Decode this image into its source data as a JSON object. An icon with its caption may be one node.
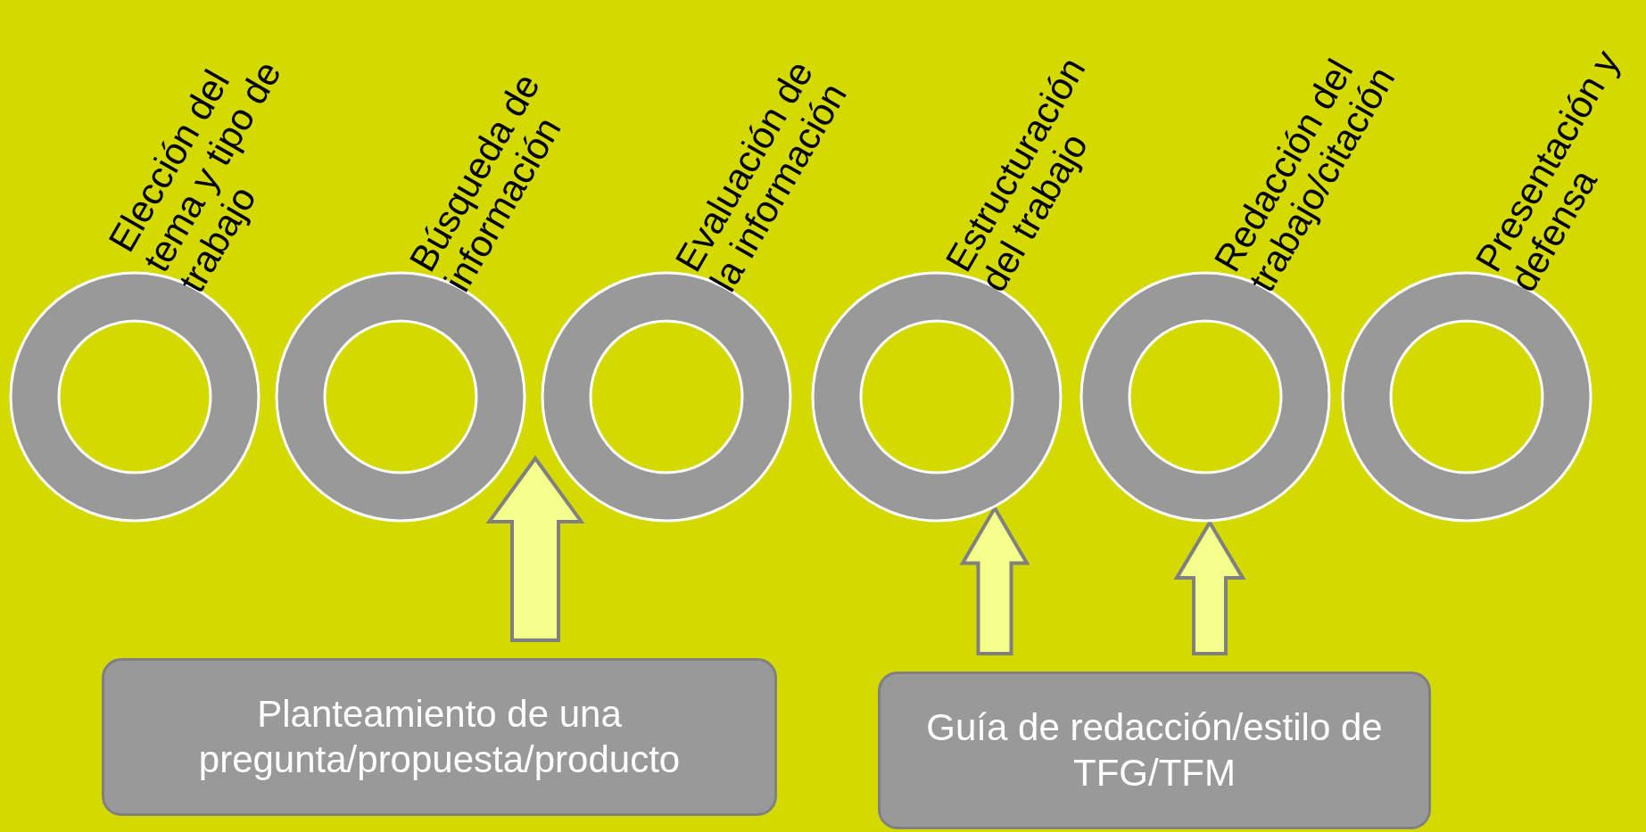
{
  "diagram": {
    "nodes": [
      {
        "text": [
          "Elección del tema y tipo de trabajo"
        ]
      },
      {
        "text": [
          "Búsqueda de información"
        ]
      },
      {
        "text": [
          "Evaluación de la información"
        ]
      },
      {
        "text": [
          "Estructuración del trabajo"
        ]
      },
      {
        "text": [
          "Redacción del trabajo/citación"
        ]
      },
      {
        "text": [
          "Presentación y defensa"
        ]
      },
      {
        "text": [
          "Planteamiento de una pregunta/propuesta/producto"
        ]
      },
      {
        "text": [
          "Guía de redacción/estilo de TFG/TFM"
        ]
      }
    ],
    "edges": [
      {
        "from": 6,
        "to": null,
        "arrow": "to"
      },
      {
        "from": 7,
        "to": 3,
        "arrow": "to"
      },
      {
        "from": 7,
        "to": 4,
        "arrow": "to"
      }
    ]
  }
}
